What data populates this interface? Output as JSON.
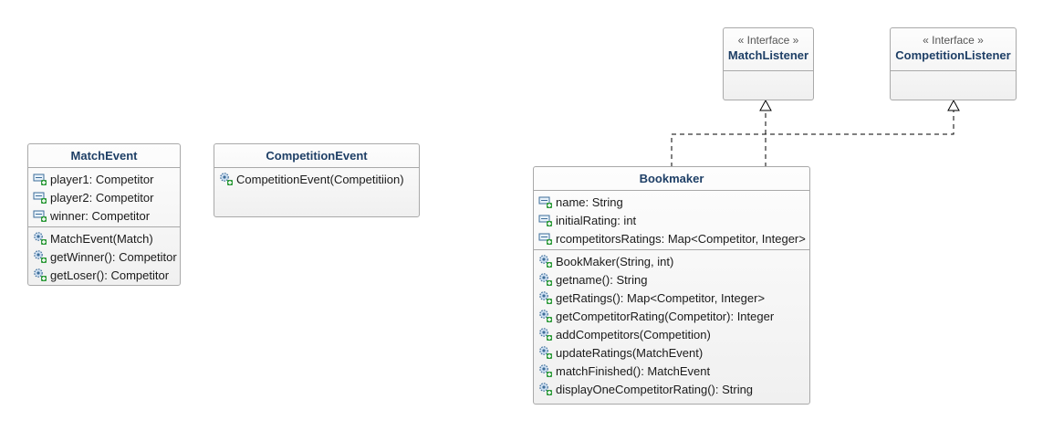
{
  "classes": {
    "match_event": {
      "name": "MatchEvent",
      "attributes": [
        "player1: Competitor",
        "player2: Competitor",
        "winner: Competitor"
      ],
      "operations": [
        "MatchEvent(Match)",
        "getWinner(): Competitor",
        "getLoser(): Competitor"
      ]
    },
    "competition_event": {
      "name": "CompetitionEvent",
      "attributes": [],
      "operations": [
        "CompetitionEvent(Competitiion)"
      ]
    },
    "bookmaker": {
      "name": "Bookmaker",
      "attributes": [
        "name: String",
        "initialRating: int",
        "rcompetitorsRatings: Map<Competitor, Integer>"
      ],
      "operations": [
        "BookMaker(String, int)",
        "getname(): String",
        "getRatings(): Map<Competitor, Integer>",
        "getCompetitorRating(Competitor): Integer",
        "addCompetitors(Competition)",
        "updateRatings(MatchEvent)",
        "matchFinished(): MatchEvent",
        "displayOneCompetitorRating(): String"
      ]
    },
    "match_listener": {
      "stereotype": "« Interface »",
      "name": "MatchListener"
    },
    "competition_listener": {
      "stereotype": "« Interface »",
      "name": "CompetitionListener"
    }
  },
  "relations": [
    {
      "type": "realization",
      "from": "Bookmaker",
      "to": "MatchListener"
    },
    {
      "type": "realization",
      "from": "Bookmaker",
      "to": "CompetitionListener"
    }
  ],
  "icons": {
    "attribute": "field-icon",
    "operation": "method-icon"
  }
}
